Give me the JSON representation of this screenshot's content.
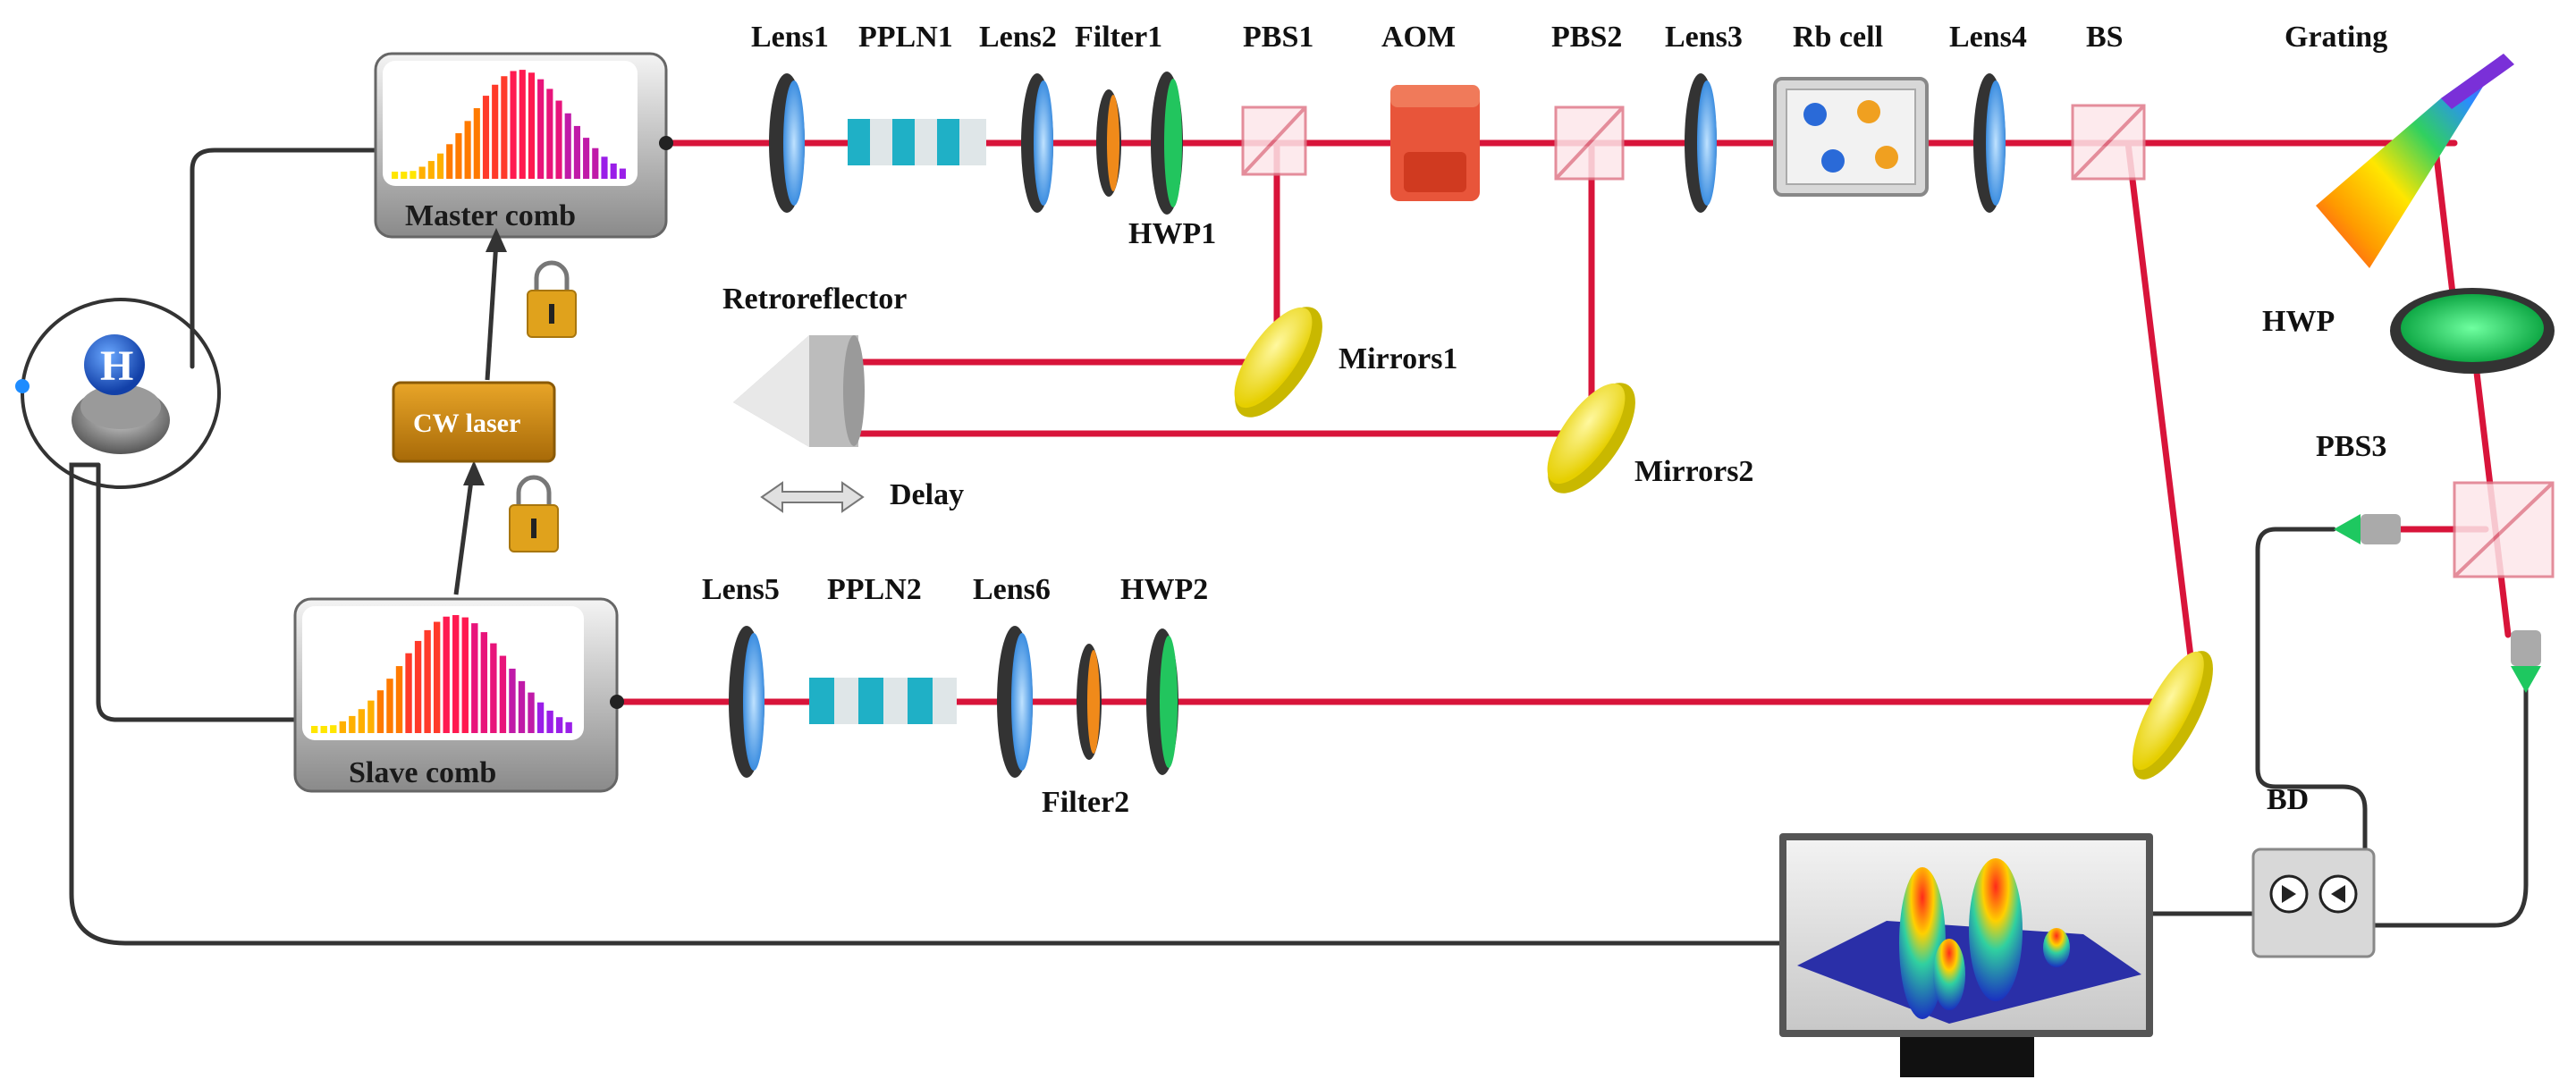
{
  "labels": {
    "lens1": "Lens1",
    "ppln1": "PPLN1",
    "lens2": "Lens2",
    "filter1": "Filter1",
    "hwp1": "HWP1",
    "pbs1": "PBS1",
    "aom": "AOM",
    "pbs2": "PBS2",
    "lens3": "Lens3",
    "rb_cell": "Rb cell",
    "lens4": "Lens4",
    "bs": "BS",
    "grating": "Grating",
    "hwp": "HWP",
    "pbs3": "PBS3",
    "retroreflector": "Retroreflector",
    "mirrors1": "Mirrors1",
    "mirrors2": "Mirrors2",
    "delay": "Delay",
    "master_comb": "Master comb",
    "slave_comb": "Slave comb",
    "cw_laser": "CW laser",
    "lens5": "Lens5",
    "ppln2": "PPLN2",
    "lens6": "Lens6",
    "hwp2": "HWP2",
    "filter2": "Filter2",
    "bd": "BD",
    "hydrogen": "H"
  },
  "colors": {
    "beam": "#d8143a",
    "lens_blue": "#5aa9e6",
    "mirror_yellow": "#f2e21a",
    "hwp_green": "#22c55e",
    "cw_laser": "#c98a12",
    "aom": "#e8553a",
    "ppln_teal": "#1fb0c6",
    "hydrogen_blue": "#1e5fd6",
    "screen_surface": "#2a2fa8",
    "lock_gold": "#e0a21c"
  }
}
